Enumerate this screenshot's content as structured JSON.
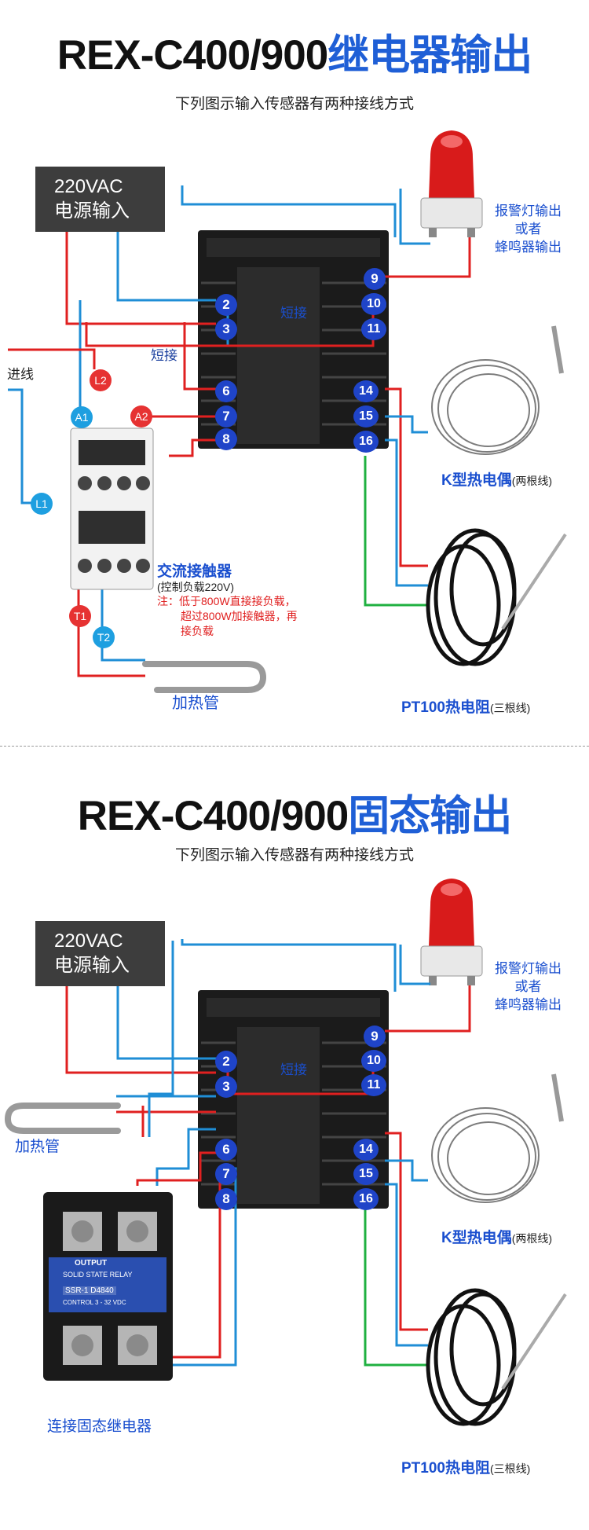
{
  "relay_section": {
    "title_model": "REX-C400/900",
    "title_mode": "继电器输出",
    "subtitle": "下列图示输入传感器有两种接线方式",
    "power_line1": "220VAC",
    "power_line2": "电源输入",
    "alarm_line1": "报警灯输出",
    "alarm_line2": "或者",
    "alarm_line3": "蜂鸣器输出",
    "short_label_top": "短接",
    "short_label_left": "短接",
    "inlet_label": "进线",
    "terminals": [
      "2",
      "3",
      "6",
      "7",
      "8",
      "9",
      "10",
      "11",
      "14",
      "15",
      "16"
    ],
    "contactor_nodes": [
      "L2",
      "A1",
      "A2",
      "L1",
      "T1",
      "T2"
    ],
    "contactor_title": "交流接触器",
    "contactor_sub": "(控制负载220V)",
    "note_prefix": "注：",
    "note_line1": "低于800W直接接负载，",
    "note_line2": "超过800W加接触器，再",
    "note_line3": "接负载",
    "heater_label": "加热管",
    "thermocouple_label": "K型热电偶",
    "thermocouple_sub": "(两根线)",
    "pt100_label": "PT100热电阻",
    "pt100_sub": "(三根线)"
  },
  "ssr_section": {
    "title_model": "REX-C400/900",
    "title_mode": "固态输出",
    "subtitle": "下列图示输入传感器有两种接线方式",
    "power_line1": "220VAC",
    "power_line2": "电源输入",
    "alarm_line1": "报警灯输出",
    "alarm_line2": "或者",
    "alarm_line3": "蜂鸣器输出",
    "short_label": "短接",
    "heater_label": "加热管",
    "terminals": [
      "2",
      "3",
      "6",
      "7",
      "8",
      "9",
      "10",
      "11",
      "14",
      "15",
      "16"
    ],
    "ssr_output": "OUTPUT",
    "ssr_text": "SOLID STATE RELAY",
    "ssr_model": "SSR-1 D4840",
    "ssr_control": "CONTROL 3 - 32 VDC",
    "ssr_connect_label": "连接固态继电器",
    "thermocouple_label": "K型热电偶",
    "thermocouple_sub": "(两根线)",
    "pt100_label": "PT100热电阻",
    "pt100_sub": "(三根线)"
  },
  "colors": {
    "accent_blue": "#1f5fd6",
    "terminal_blue": "#1f44c8",
    "wire_red": "#e02020",
    "wire_blue": "#1f8ed6",
    "wire_green": "#1fb040",
    "node_red": "#e63232",
    "node_blue": "#1e9fe0"
  }
}
